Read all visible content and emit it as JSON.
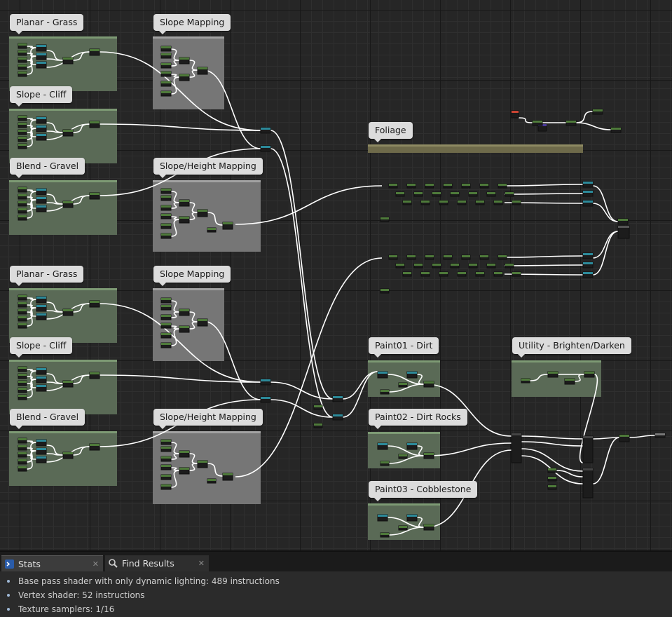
{
  "comments": [
    {
      "label": "Planar - Grass"
    },
    {
      "label": "Slope - Cliff"
    },
    {
      "label": "Blend - Gravel"
    },
    {
      "label": "Slope Mapping"
    },
    {
      "label": "Slope/Height Mapping"
    },
    {
      "label": "Planar - Grass"
    },
    {
      "label": "Slope - Cliff"
    },
    {
      "label": "Blend - Gravel"
    },
    {
      "label": "Slope Mapping"
    },
    {
      "label": "Slope/Height Mapping"
    },
    {
      "label": "Foliage"
    },
    {
      "label": "Paint01 - Dirt"
    },
    {
      "label": "Paint02 - Dirt Rocks"
    },
    {
      "label": "Paint03 - Cobblestone"
    },
    {
      "label": "Utility - Brighten/Darken"
    }
  ],
  "tabs": [
    {
      "label": "Stats",
      "icon": "stats-icon",
      "active": true
    },
    {
      "label": "Find Results",
      "icon": "find-icon",
      "active": false
    }
  ],
  "stats": {
    "lines": [
      "Base pass shader with only dynamic lighting: 489 instructions",
      "Vertex shader: 52 instructions",
      "Texture samplers: 1/16"
    ]
  },
  "colors": {
    "canvas": "#262626",
    "comment_green": "#5a6a56",
    "comment_grey": "#767676",
    "wire": "#ffffff",
    "node_green": "#4e7a3a",
    "node_teal": "#2c8a9a"
  }
}
